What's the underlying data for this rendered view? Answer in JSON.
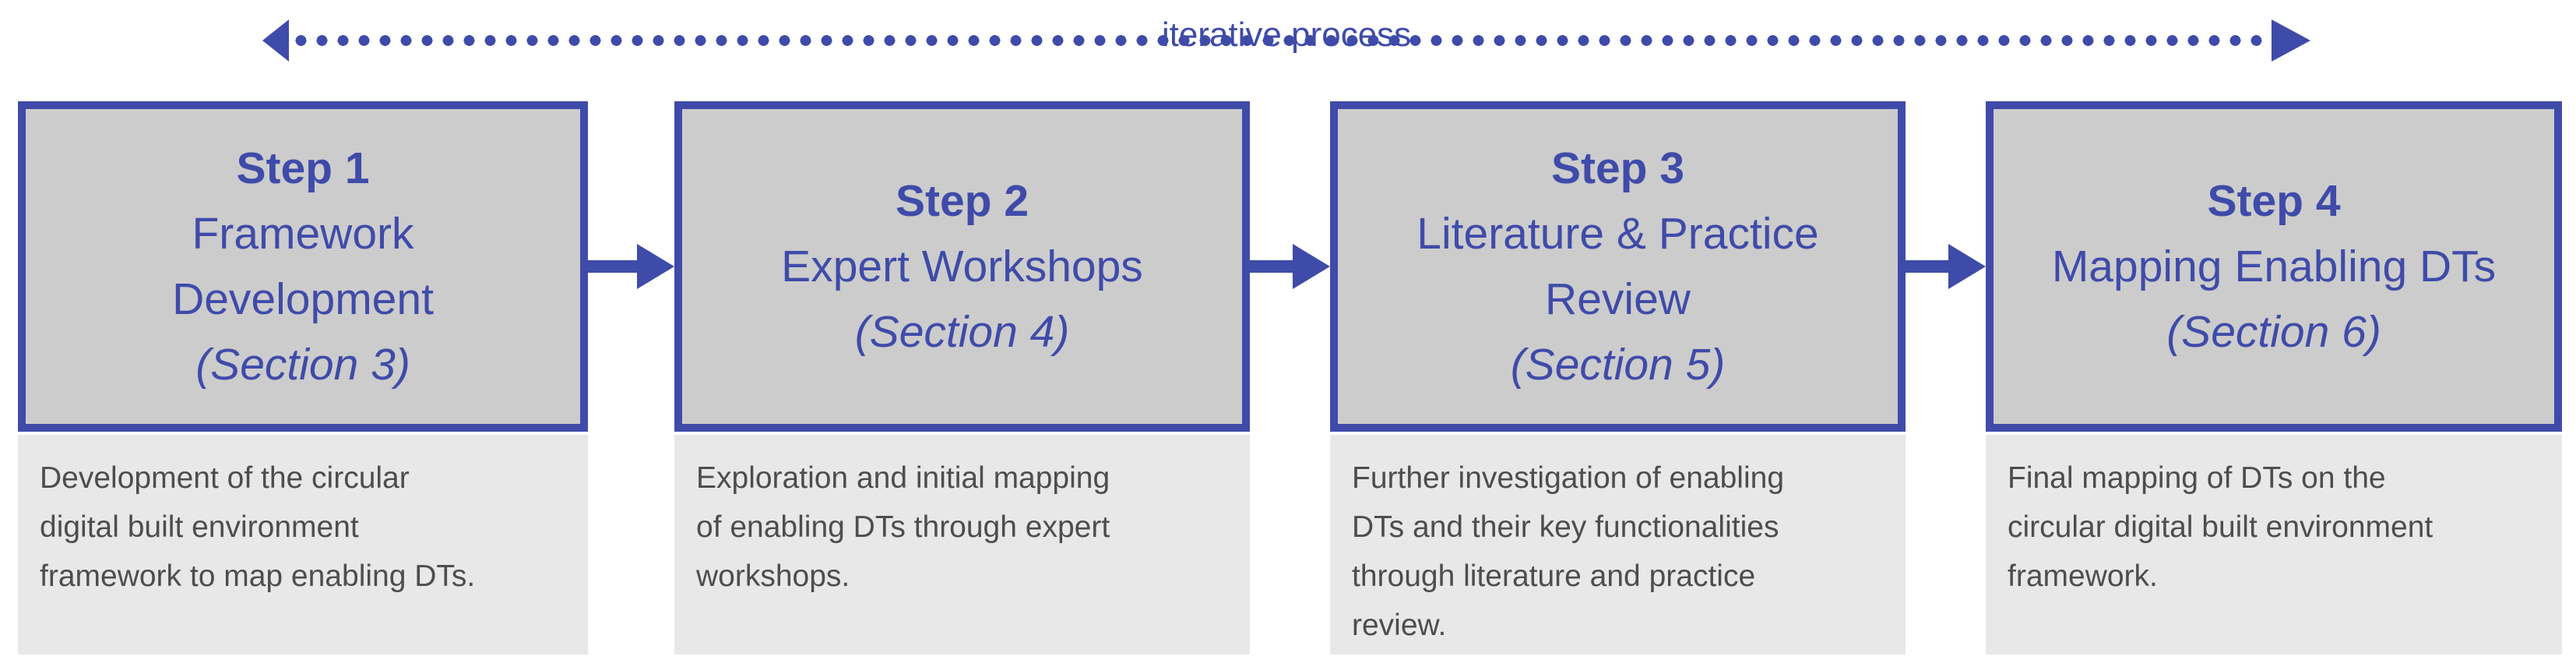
{
  "diagram": {
    "iterative_label": "iterative process",
    "steps": [
      {
        "title": "Step 1",
        "name": "Framework\nDevelopment",
        "section": "(Section 3)",
        "description": "Development of the circular\ndigital built environment\nframework to map enabling DTs."
      },
      {
        "title": "Step 2",
        "name": "Expert Workshops",
        "section": "(Section 4)",
        "description": "Exploration and initial mapping\nof enabling DTs through expert\nworkshops."
      },
      {
        "title": "Step 3",
        "name": "Literature & Practice\nReview",
        "section": "(Section 5)",
        "description": "Further investigation of enabling\nDTs and their key functionalities\nthrough literature and practice\nreview."
      },
      {
        "title": "Step 4",
        "name": "Mapping Enabling DTs",
        "section": "(Section 6)",
        "description": "Final mapping of DTs on the\ncircular digital built environment\nframework."
      }
    ]
  },
  "colors": {
    "accent": "#3F4BA9",
    "box_fill": "#CCCCCC",
    "panel_fill": "#E8E8E8",
    "description_text": "#4D4D4D"
  }
}
